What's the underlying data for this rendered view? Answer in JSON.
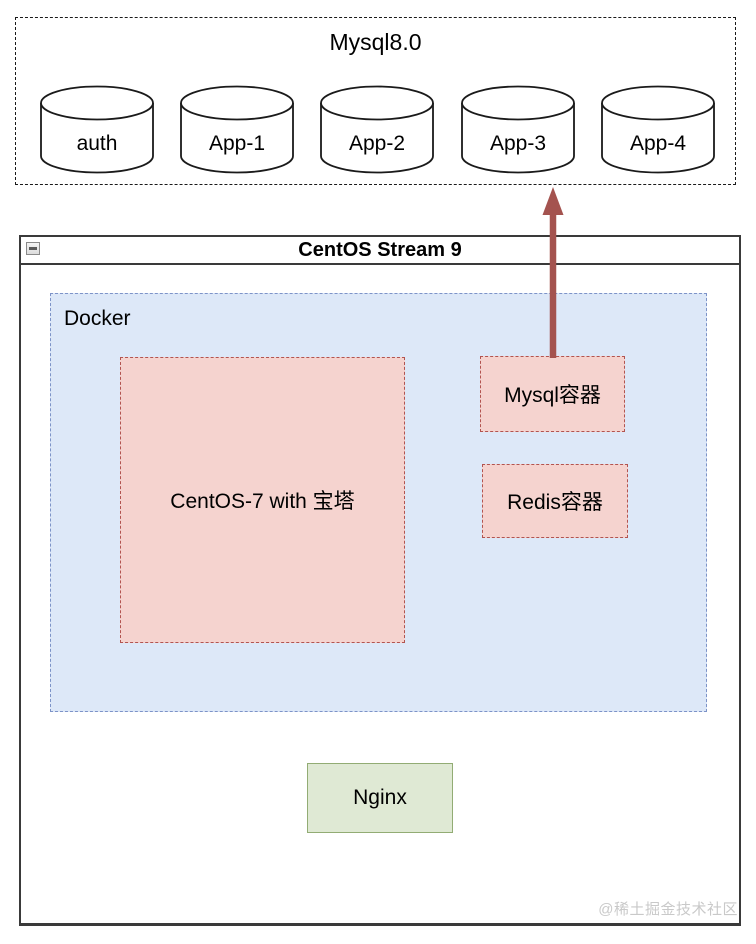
{
  "cluster": {
    "title": "Mysql8.0",
    "databases": [
      "auth",
      "App-1",
      "App-2",
      "App-3",
      "App-4"
    ]
  },
  "window": {
    "title": "CentOS Stream 9",
    "controls": {
      "minimize_icon": "window-minimize"
    }
  },
  "docker": {
    "label": "Docker",
    "containers": {
      "baota": "CentOS-7 with 宝塔",
      "mysql": "Mysql容器",
      "redis": "Redis容器"
    }
  },
  "host_services": {
    "nginx": "Nginx"
  },
  "connection": {
    "from": "Mysql容器",
    "to": "App-3",
    "direction": "up"
  },
  "watermark": "@稀土掘金技术社区",
  "colors": {
    "cluster_border": "#1a1a1a",
    "cylinder_fill": "#ffffff",
    "cylinder_stroke": "#1a1a1a",
    "window_border": "#3a3a3a",
    "docker_fill": "#dde8f8",
    "docker_border": "#7d93c8",
    "container_fill": "#f5d3cf",
    "container_border": "#b25450",
    "nginx_fill": "#dfe9d4",
    "nginx_border": "#92ac74",
    "arrow": "#a4534f",
    "watermark_text": "#c9c9c9"
  }
}
